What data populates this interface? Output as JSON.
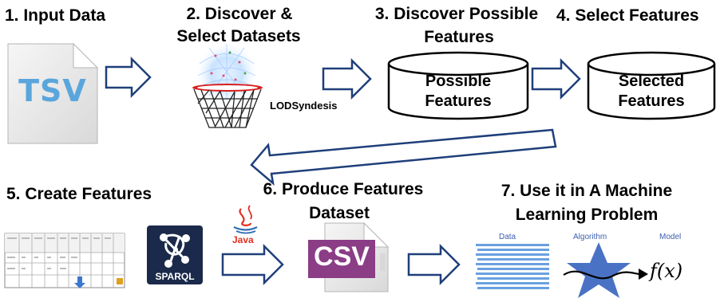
{
  "steps": {
    "s1": "1. Input Data",
    "s2_line1": "2. Discover &",
    "s2_line2": "Select Datasets",
    "s3_line1": "3. Discover Possible",
    "s3_line2": "Features",
    "s4": "4. Select Features",
    "s5": "5. Create Features",
    "s6_line1": "6. Produce Features",
    "s6_line2": "Dataset",
    "s7_line1": "7. Use it in A Machine",
    "s7_line2": "Learning Problem"
  },
  "input_file": {
    "label": "TSV"
  },
  "lodsyndesis": {
    "label": "LODSyndesis"
  },
  "cylinder_possible": {
    "line1": "Possible",
    "line2": "Features"
  },
  "cylinder_selected": {
    "line1": "Selected",
    "line2": "Features"
  },
  "java_logo": {
    "label": "Java"
  },
  "sparql_logo": {
    "label": "SPARQL"
  },
  "output_file": {
    "label": "CSV"
  },
  "ml_panel": {
    "data_label": "Data",
    "algorithm_label": "Algorithm",
    "model_label": "Model",
    "formula": "f(x)"
  },
  "colors": {
    "arrow_fill": "#ffffff",
    "arrow_stroke": "#1f3f7a",
    "tsv_text": "#5aa6dc",
    "csv_badge": "#8b3d86",
    "star": "#4a72c4",
    "sparql_bg": "#1b2a4a",
    "java_red": "#e0301e",
    "java_blue": "#2e6db4",
    "hoop_red": "#d81e1e"
  }
}
